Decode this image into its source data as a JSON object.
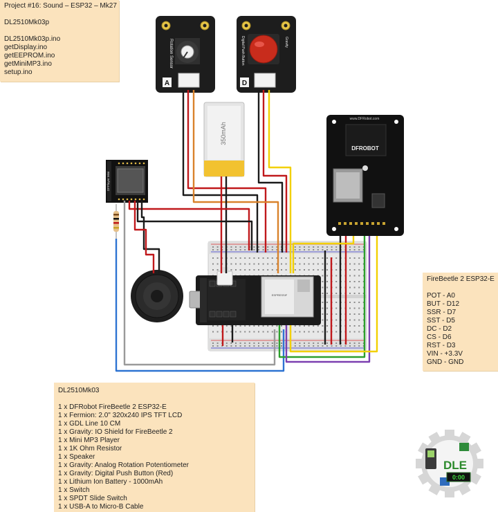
{
  "project_note": {
    "lines": [
      "Project #16: Sound – ESP32 – Mk27",
      "",
      "DL2510Mk03p",
      "",
      "DL2510Mk03p.ino",
      "getDisplay.ino",
      "getEEPROM.ino",
      "getMiniMP3.ino",
      "setup.ino"
    ]
  },
  "pins_note": {
    "lines": [
      "FireBeetle 2 ESP32-E",
      "",
      "POT - A0",
      "BUT - D12",
      "SSR - D7",
      "SST - D5",
      "DC - D2",
      "CS - D6",
      "RST - D3",
      "VIN - +3.3V",
      "GND - GND"
    ]
  },
  "parts_note": {
    "lines": [
      "DL2510Mk03",
      "",
      "1 x DFRobot FireBeetle 2 ESP32-E",
      "1 x Fermion: 2.0\" 320x240 IPS TFT LCD",
      "1 x GDL Line 10 CM",
      "1 x Gravity: IO Shield for FireBeetle 2",
      "1 x Mini MP3 Player",
      "1 x 1K Ohm Resistor",
      "1 x Speaker",
      "1 x Gravity: Analog Rotation Potentiometer",
      "1 x Gravity: Digital Push Button (Red)",
      "1 x Lithium Ion Battery - 1000mAh",
      "1 x Switch",
      "1 x SPDT Slide Switch",
      "1 x USB-A to Micro-B Cable"
    ]
  },
  "module_labels": {
    "pot_name": "Rotation Sensor",
    "pot_port": "A",
    "button_name": "Digital Push Button",
    "button_brand": "Gravity",
    "button_port": "D",
    "battery": "350mAh",
    "mp3": "DFPlayer Mini",
    "lcd_url": "www.DFRobot.com",
    "lcd_brand": "DFROBOT",
    "esp_chip": "ESPRESSIF",
    "logo": "DLE",
    "logo_digits": "0:00"
  },
  "colors": {
    "wire_red": "#c0181b",
    "wire_black": "#1a1a1a",
    "wire_orange": "#d9822b",
    "wire_yellow": "#f2d000",
    "wire_green": "#2ca02c",
    "wire_purple": "#7b3fb0",
    "wire_blue": "#2d73d2",
    "wire_gray": "#9a9a9a",
    "note_bg": "#fbe3bd",
    "button_cap": "#c82c1c"
  }
}
